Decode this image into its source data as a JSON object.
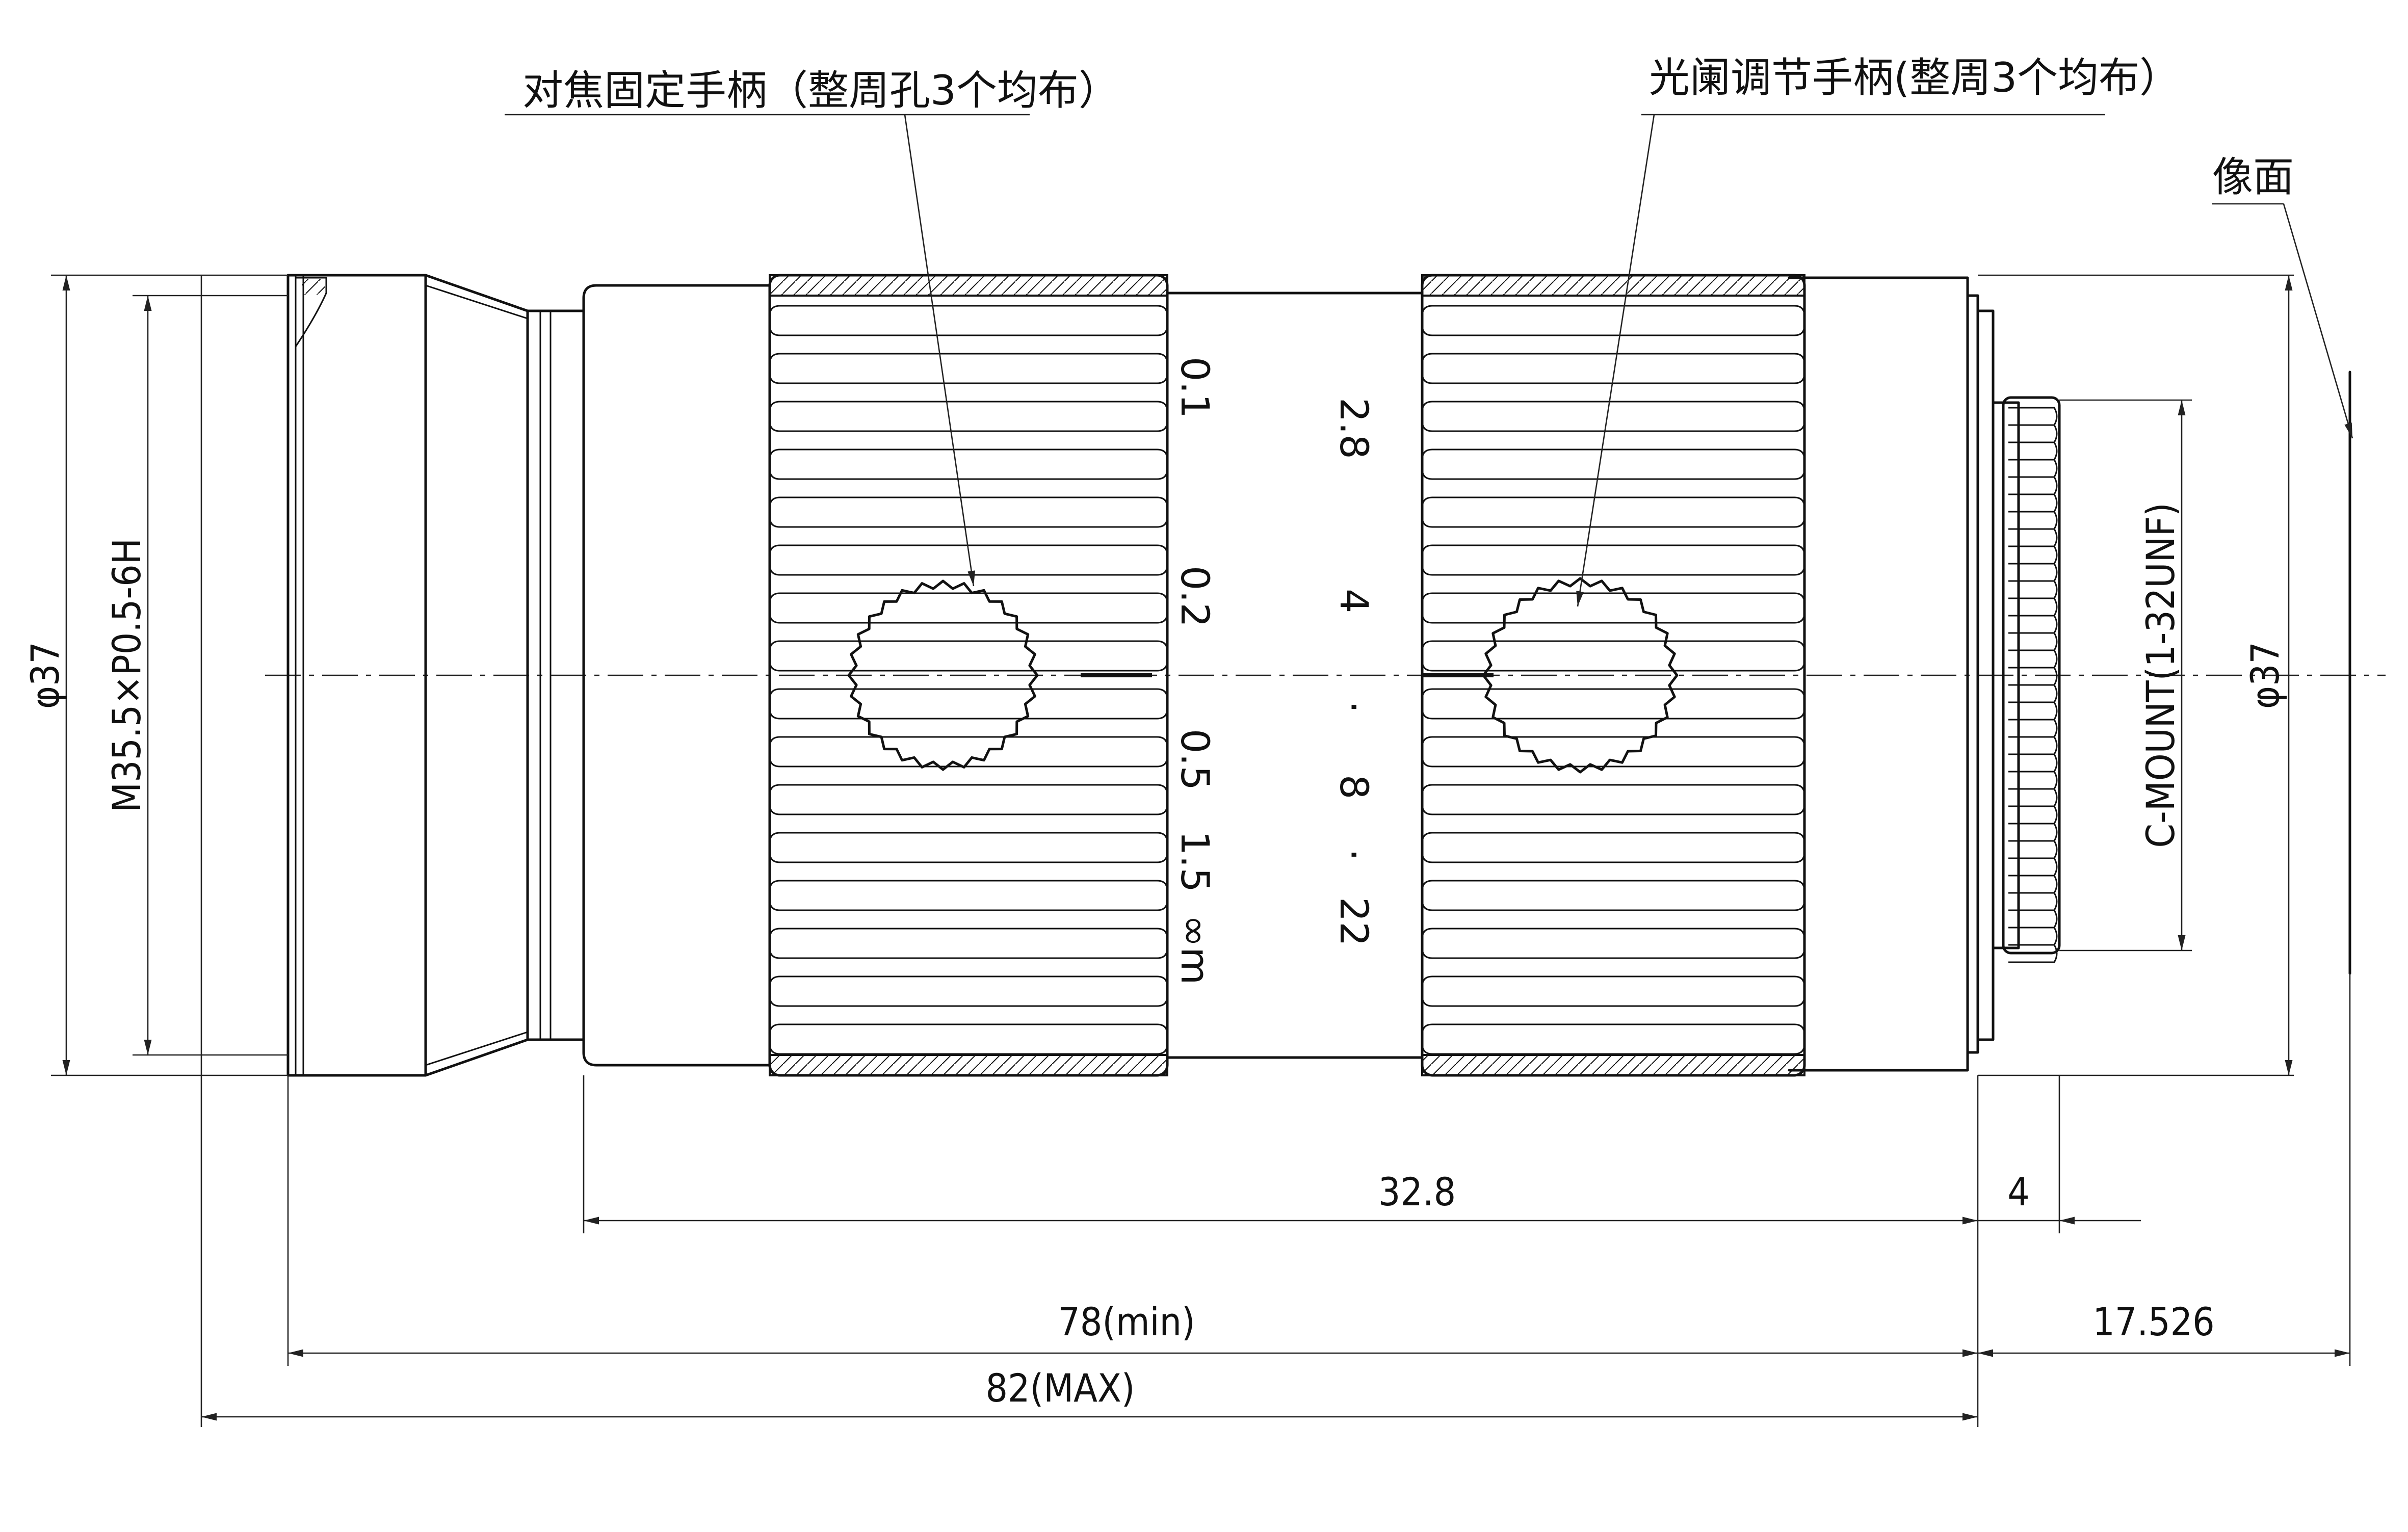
{
  "callouts": {
    "focus_lock": "对焦固定手柄（整周孔3个均布）",
    "iris_lock": "光阑调节手柄(整周3个均布）",
    "image_plane": "像面"
  },
  "focus_scale": [
    "0.1",
    "0.2",
    "0.5",
    "1.5",
    "∞m"
  ],
  "aperture_scale": [
    "2.8",
    "4",
    "·",
    "8",
    "·",
    "22"
  ],
  "dimensions": {
    "front_diameter": "φ37",
    "filter_thread": "M35.5×P0.5-6H",
    "mount_thread": "C-MOUNT(1-32UNF)",
    "rear_diameter": "φ37",
    "barrel_length": "32.8",
    "mount_depth": "4",
    "length_min": "78(min)",
    "length_max": "82(MAX)",
    "flange_back": "17.526"
  }
}
